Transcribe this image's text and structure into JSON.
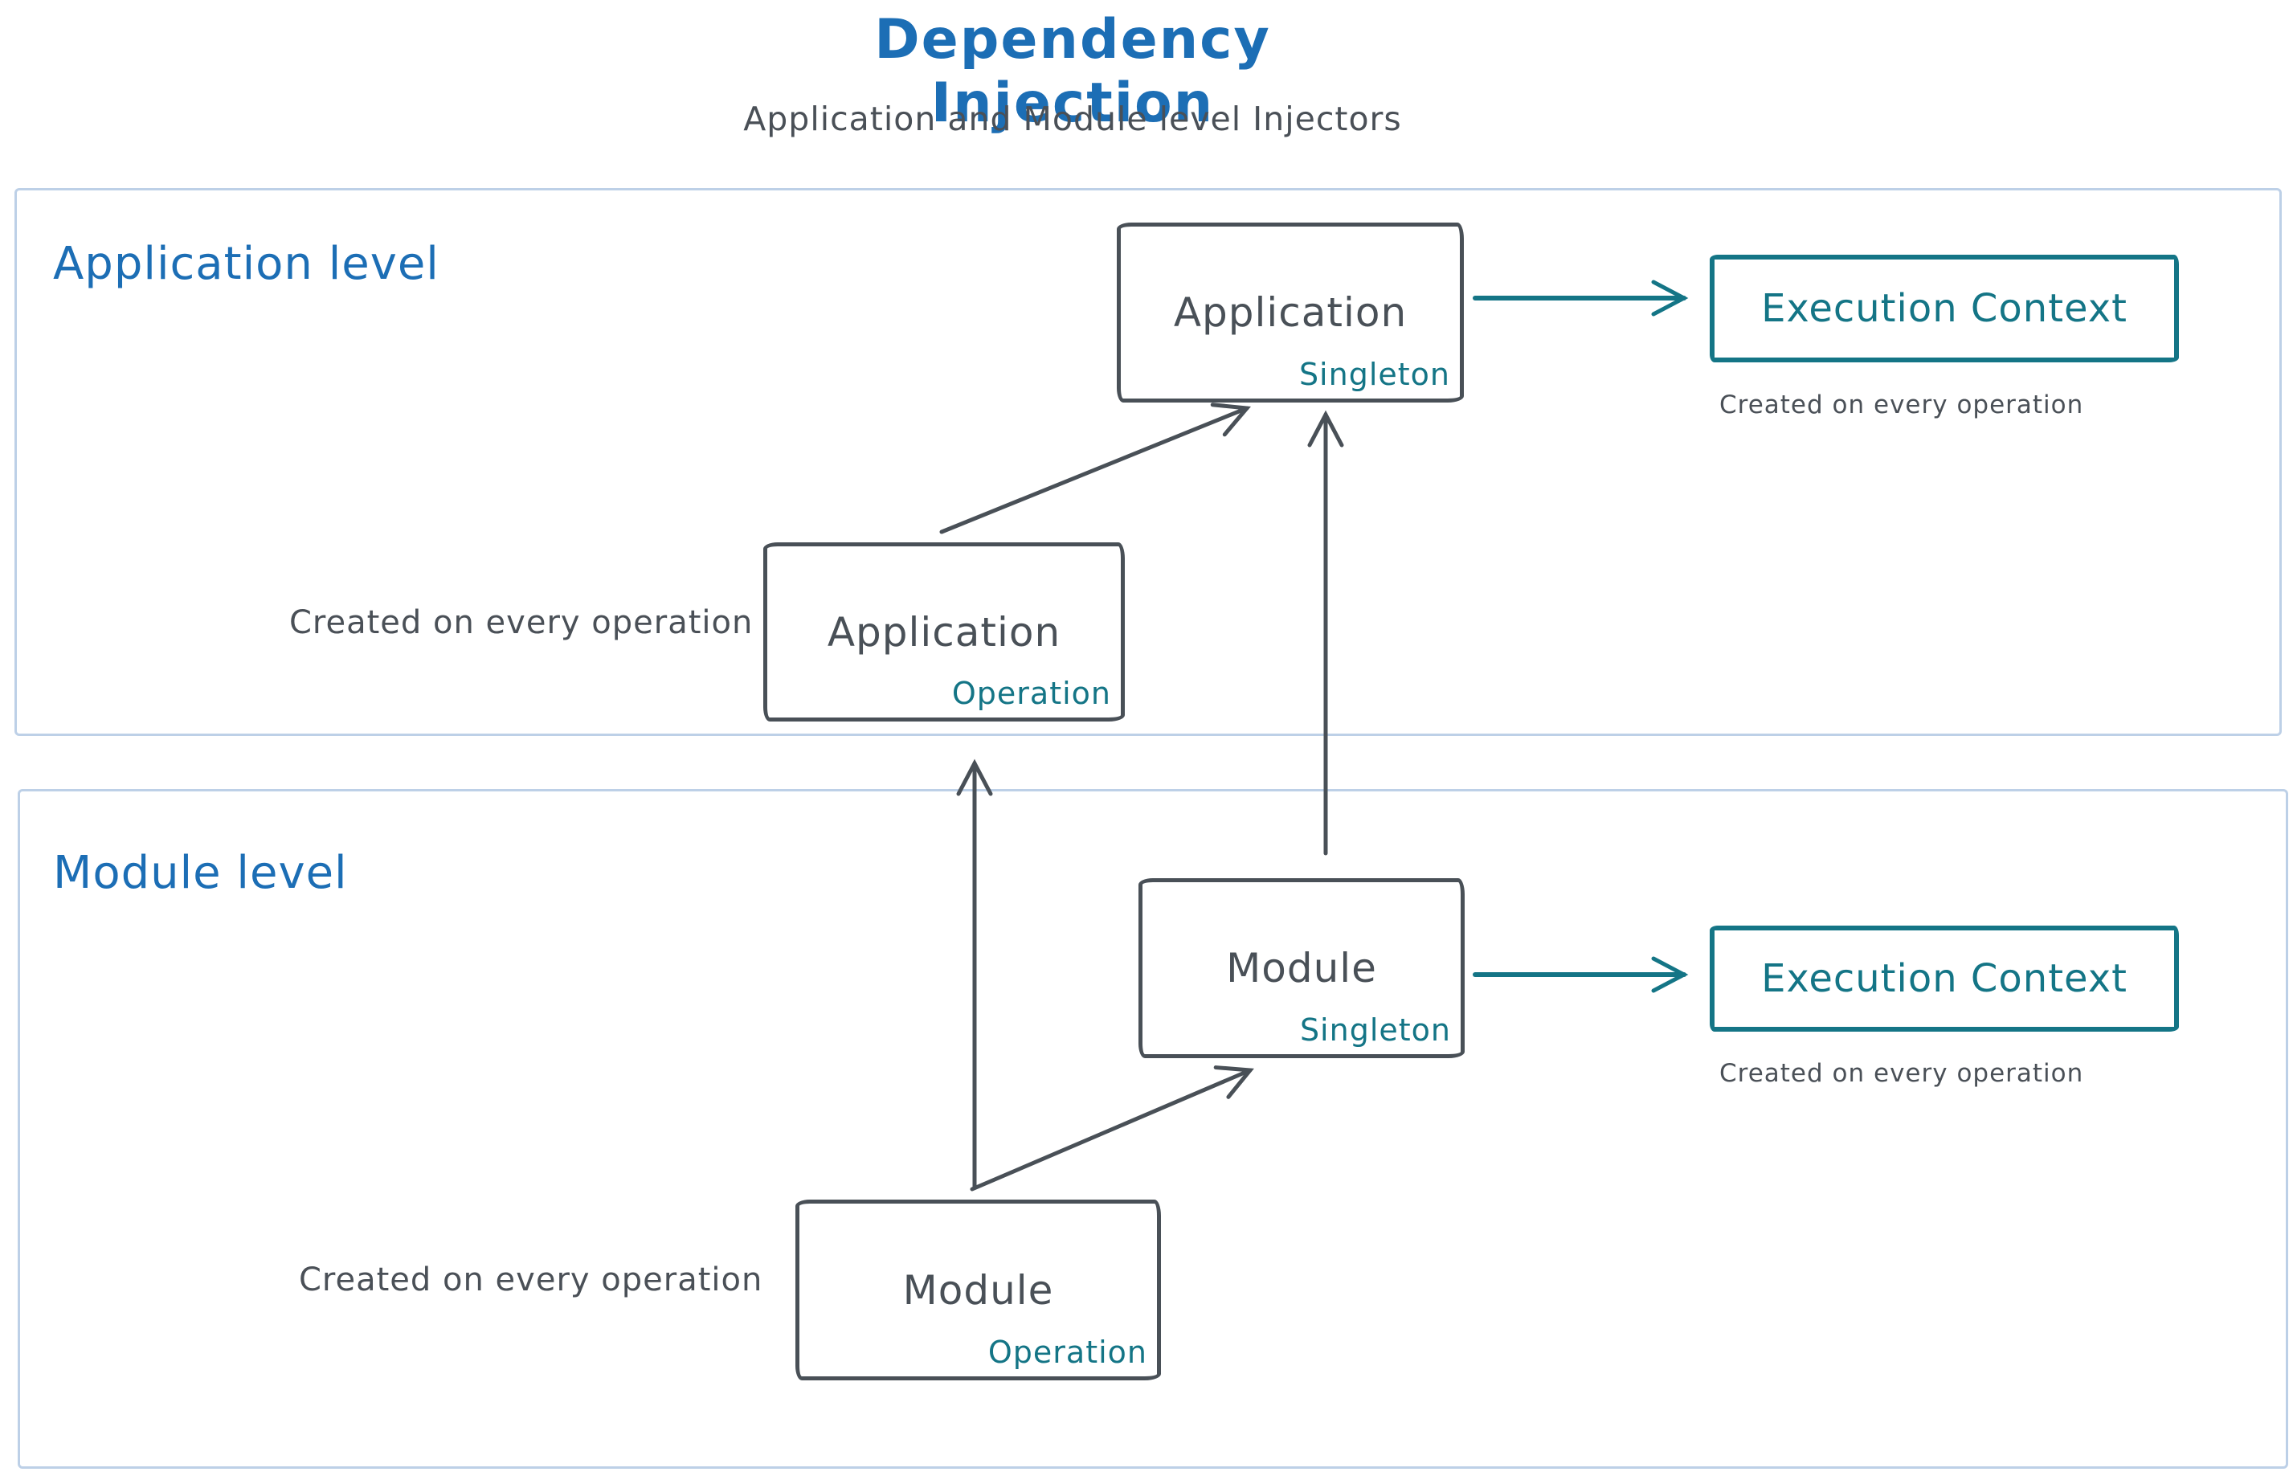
{
  "title": "Dependency Injection",
  "subtitle": "Application and Module level Injectors",
  "colors": {
    "heading_blue": "#1c6eb5",
    "stroke_dark": "#495057",
    "accent_teal": "#147586",
    "container_border": "#bdd0e7"
  },
  "sections": {
    "application": {
      "label": "Application level",
      "singleton_box": {
        "name": "Application",
        "scope": "Singleton"
      },
      "operation_box": {
        "name": "Application",
        "scope": "Operation"
      },
      "execution_context": {
        "label": "Execution Context"
      },
      "execution_note": "Created on every operation",
      "operation_note": "Created on every operation"
    },
    "module": {
      "label": "Module level",
      "singleton_box": {
        "name": "Module",
        "scope": "Singleton"
      },
      "operation_box": {
        "name": "Module",
        "scope": "Operation"
      },
      "execution_context": {
        "label": "Execution Context"
      },
      "execution_note": "Created on every operation",
      "operation_note": "Created on every operation"
    }
  }
}
